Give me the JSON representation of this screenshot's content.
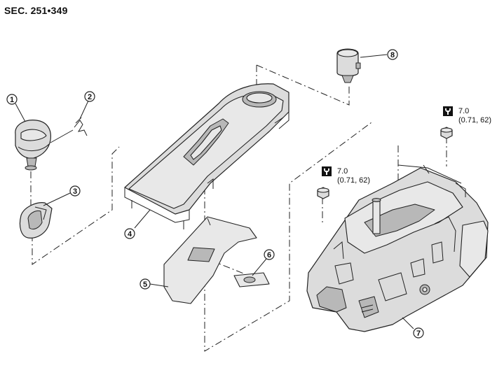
{
  "section_label": "SEC. 251•349",
  "callouts": [
    "1",
    "2",
    "3",
    "4",
    "5",
    "6",
    "7",
    "8"
  ],
  "torque_specs": [
    {
      "value": "7.0",
      "units": "(0.71, 62)",
      "icon": "torque-wrench-icon"
    },
    {
      "value": "7.0",
      "units": "(0.71, 62)",
      "icon": "torque-wrench-icon"
    }
  ],
  "parts": [
    "shift-knob",
    "clip",
    "knob-boot-insert",
    "console-finisher",
    "finisher-pad",
    "finisher-pad-small",
    "shift-lever-assembly",
    "position-lamp"
  ]
}
